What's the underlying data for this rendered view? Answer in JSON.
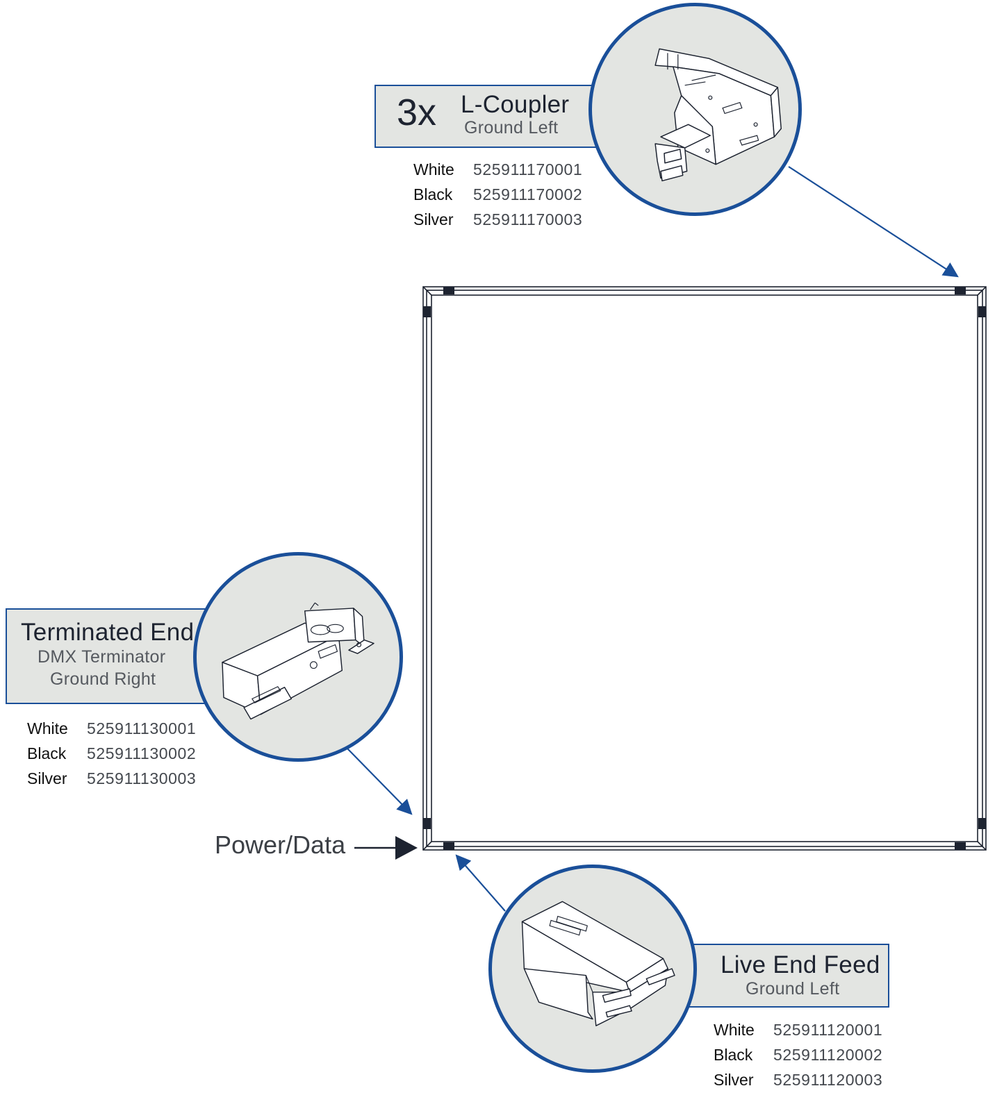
{
  "colors": {
    "accent": "#1a4f99",
    "panel": "#e3e5e2",
    "dark": "#1d2330"
  },
  "l_coupler": {
    "quantity": "3x",
    "title": "L-Coupler",
    "subtitle": "Ground Left",
    "codes": [
      {
        "color": "White",
        "number": "525911170001"
      },
      {
        "color": "Black",
        "number": "525911170002"
      },
      {
        "color": "Silver",
        "number": "525911170003"
      }
    ]
  },
  "terminated_end": {
    "title": "Terminated End",
    "subtitle": "DMX Terminator",
    "subtitle2": "Ground Right",
    "codes": [
      {
        "color": "White",
        "number": "525911130001"
      },
      {
        "color": "Black",
        "number": "525911130002"
      },
      {
        "color": "Silver",
        "number": "525911130003"
      }
    ]
  },
  "live_end_feed": {
    "title": "Live End Feed",
    "subtitle": "Ground Left",
    "codes": [
      {
        "color": "White",
        "number": "525911120001"
      },
      {
        "color": "Black",
        "number": "525911120002"
      },
      {
        "color": "Silver",
        "number": "525911120003"
      }
    ]
  },
  "power_data": {
    "label": "Power/Data"
  }
}
